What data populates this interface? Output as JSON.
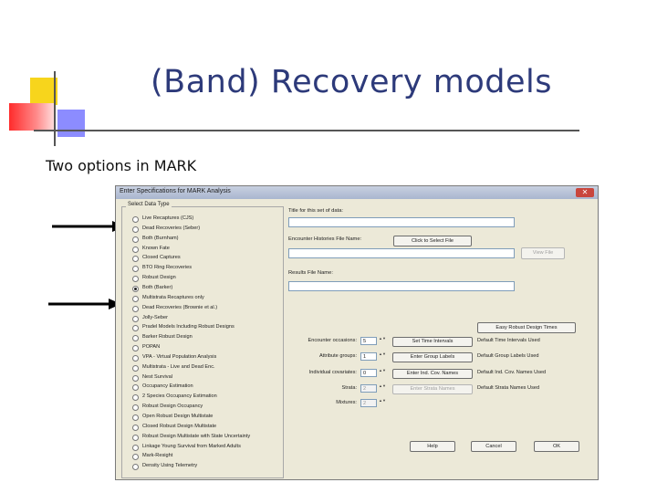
{
  "slide": {
    "title": "(Band) Recovery models",
    "subtitle": "Two options in MARK"
  },
  "dialog": {
    "title": "Enter Specifications for MARK Analysis",
    "close_glyph": "✕",
    "data_type": {
      "legend": "Select Data Type",
      "selected_index": 7,
      "options": [
        "Live Recaptures (CJS)",
        "Dead Recoveries (Seber)",
        "Both (Burnham)",
        "Known Fate",
        "Closed Captures",
        "BTO Ring Recoveries",
        "Robust Design",
        "Both (Barker)",
        "Multistrata Recaptures only",
        "Dead Recoveries (Brownie et al.)",
        "Jolly-Seber",
        "Pradel Models Including Robust Designs",
        "Barker Robust Design",
        "POPAN",
        "VPA - Virtual Population Analysis",
        "Multistrata - Live and Dead Enc.",
        "Nest Survival",
        "Occupancy Estimation",
        "2 Species Occupancy Estimation",
        "Robust Design Occupancy",
        "Open Robust Design Multistate",
        "Closed Robust Design Multistate",
        "Robust Design Multistate with State Uncertainty",
        "Linkage Young Survival from Marked Adults",
        "Mark-Resight",
        "Density Using Telemetry"
      ]
    },
    "fields": {
      "title_label": "Title for this set of data:",
      "title_value": "",
      "encounter_label": "Encounter Histories File Name:",
      "encounter_value": "",
      "select_file_button": "Click to Select File",
      "view_file_button": "View File",
      "results_label": "Results File Name:",
      "results_value": ""
    },
    "robust_button": "Easy Robust Design Times",
    "params": [
      {
        "label": "Encounter occasions:",
        "value": "5",
        "button": "Set Time Intervals",
        "default_text": "Default Time Intervals Used",
        "disabled": false
      },
      {
        "label": "Attribute groups:",
        "value": "1",
        "button": "Enter Group Labels",
        "default_text": "Default Group Labels Used",
        "disabled": false
      },
      {
        "label": "Individual covariates:",
        "value": "0",
        "button": "Enter Ind. Cov. Names",
        "default_text": "Default Ind. Cov. Names Used",
        "disabled": false
      },
      {
        "label": "Strata:",
        "value": "2",
        "button": "Enter Strata Names",
        "default_text": "Default Strata Names Used",
        "disabled": true
      },
      {
        "label": "Mixtures:",
        "value": "2",
        "button": "",
        "default_text": "",
        "disabled": true
      }
    ],
    "bottom_buttons": {
      "help": "Help",
      "cancel": "Cancel",
      "ok": "OK"
    }
  }
}
